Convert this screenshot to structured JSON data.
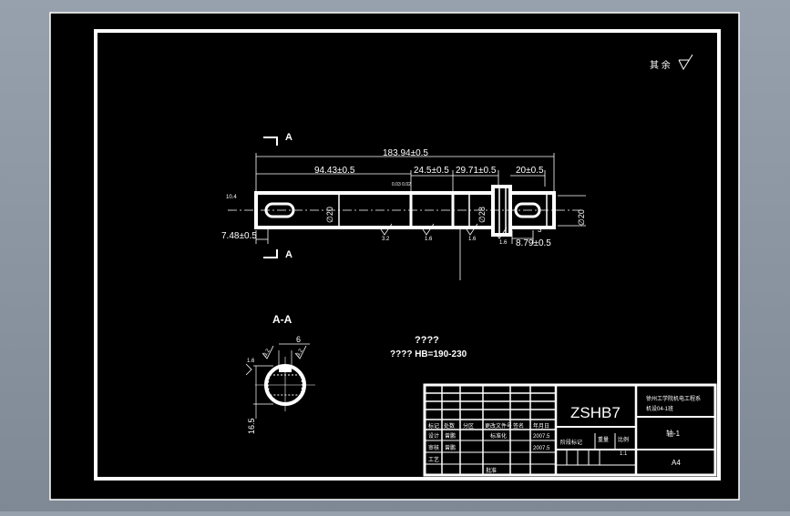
{
  "drawing": {
    "roughness_note": "其 余",
    "section_marker": "A",
    "section_title": "A-A",
    "notes_heading": "????",
    "notes_line": "???? HB=190-230",
    "dims": {
      "overall_length": "183.94±0.5",
      "left_segment": "94.43±0.5",
      "seg_24": "24.5±0.5",
      "seg_29": "29.71±0.5",
      "seg_20": "20±0.5",
      "dia_main": "∅20",
      "dia_mid": "∅28",
      "dia_right": "∅20",
      "left_offset": "7.48±0.5",
      "right_offset": "8.79±0.5",
      "right_small": "3",
      "key_width": "6",
      "key_depth": "16.5",
      "small_top_left": "10.4",
      "small_top_mid": "0.03 0.02",
      "rough_1": "3.2",
      "rough_2": "1.6",
      "rough_3": "1.6",
      "rough_4": "1.6",
      "sec_rough_1": "3.2",
      "sec_rough_2": "3.2",
      "sec_rough_3": "1.6"
    }
  },
  "title_block": {
    "drawing_no": "ZSHB7",
    "school_line1": "徐州工学院机电工程系",
    "school_line2": "机设04-1班",
    "part_name": "轴-1",
    "sheet_size": "A4",
    "stage_label": "阶段标记",
    "weight_label": "重量",
    "scale_label": "比例",
    "scale_value": "1:1",
    "row_labels": [
      "标记",
      "处数",
      "分区",
      "更改文件号",
      "签名",
      "年月日"
    ],
    "designer_label": "设计",
    "designer_name": "曾鹏",
    "std_label": "标准化",
    "review_label": "审核",
    "process_label": "工艺",
    "approve_label": "批准",
    "date1": "2007.5",
    "date2": "2007.5",
    "reviewer_name": "曾鹏"
  }
}
